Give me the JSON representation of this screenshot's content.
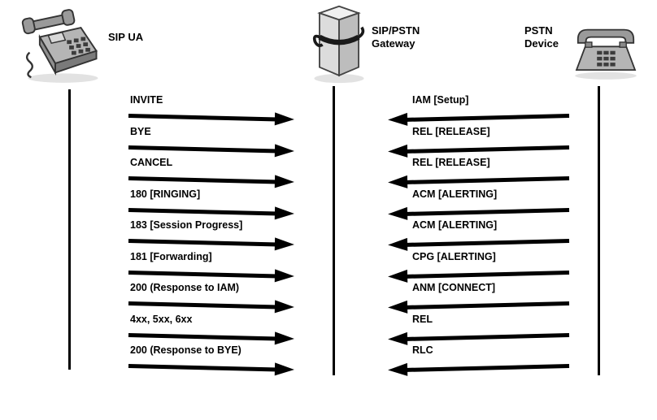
{
  "entities": {
    "sip_ua": {
      "label": "SIP UA"
    },
    "gateway": {
      "line1": "SIP/PSTN",
      "line2": "Gateway"
    },
    "pstn": {
      "line1": "PSTN",
      "line2": "Device"
    }
  },
  "icons": {
    "sip_ua": "desk-phone-icon",
    "gateway": "gateway-server-icon",
    "pstn": "telephone-icon"
  },
  "left_messages": [
    "INVITE",
    "BYE",
    "CANCEL",
    "180 [RINGING]",
    "183 [Session Progress]",
    "181 [Forwarding]",
    "200 (Response to IAM)",
    "4xx, 5xx, 6xx",
    "200 (Response to BYE)"
  ],
  "right_messages": [
    "IAM [Setup]",
    "REL [RELEASE]",
    "REL [RELEASE]",
    "ACM [ALERTING]",
    "ACM [ALERTING]",
    "CPG [ALERTING]",
    "ANM [CONNECT]",
    "REL",
    "RLC"
  ],
  "colors": {
    "arrow": "#000000",
    "lifeline": "#000000",
    "icon_gray": "#b5b5b5"
  }
}
